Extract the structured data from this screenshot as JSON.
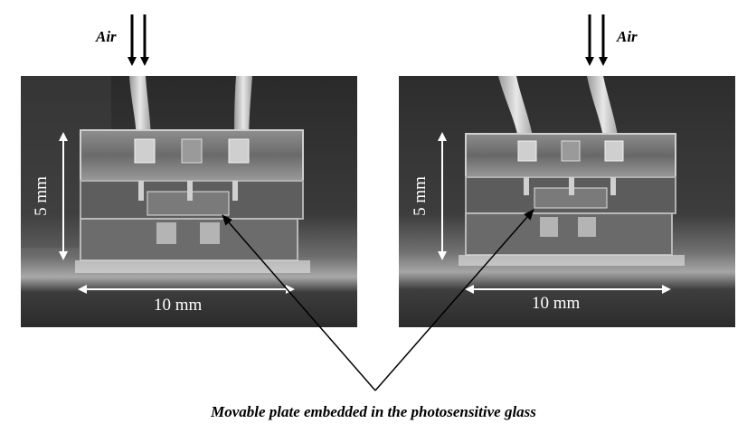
{
  "figure": {
    "air_label_left": "Air",
    "air_label_right": "Air",
    "height_label_left": "5 mm",
    "width_label_left": "10 mm",
    "height_label_right": "5 mm",
    "width_label_right": "10 mm",
    "caption": "Movable plate embedded in the photosensitive glass"
  }
}
